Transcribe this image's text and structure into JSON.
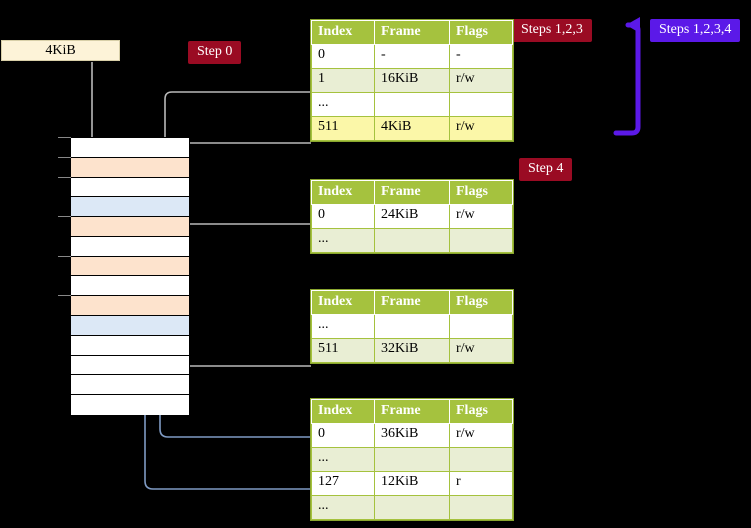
{
  "diagram": {
    "title_badges": [
      {
        "name": "step-0",
        "label": "Step 0",
        "color": "#9a0b23"
      },
      {
        "name": "steps-1-2-3",
        "label": "Steps 1,2,3",
        "color": "#9a0b23"
      },
      {
        "name": "steps-1-2-3-4",
        "label": "Steps 1,2,3,4",
        "color": "#5b19e8"
      },
      {
        "name": "step-4",
        "label": "Step 4",
        "color": "#9a0b23"
      }
    ],
    "frame_box": {
      "label": "4KiB",
      "fill": "#fdf3d8"
    },
    "memory_column": {
      "fill_white": "#ffffff",
      "fill_peach": "#fde3cd",
      "fill_blue": "#dce8f6",
      "rows": [
        {
          "fill": "white"
        },
        {
          "fill": "peach"
        },
        {
          "fill": "white"
        },
        {
          "fill": "blue"
        },
        {
          "fill": "peach"
        },
        {
          "fill": "white"
        },
        {
          "fill": "peach"
        },
        {
          "fill": "white"
        },
        {
          "fill": "peach"
        },
        {
          "fill": "blue"
        },
        {
          "fill": "white"
        },
        {
          "fill": "white"
        },
        {
          "fill": "white"
        },
        {
          "fill": "white"
        }
      ]
    },
    "columns": [
      "Index",
      "Frame",
      "Flags"
    ],
    "tables": [
      {
        "name": "page-table-level-4",
        "rows": [
          {
            "index": "0",
            "frame": "-",
            "flags": "-",
            "tint": false,
            "highlight": false
          },
          {
            "index": "1",
            "frame": "16KiB",
            "flags": "r/w",
            "tint": true,
            "highlight": false
          },
          {
            "index": "...",
            "frame": "",
            "flags": "",
            "tint": false,
            "highlight": false
          },
          {
            "index": "511",
            "frame": "4KiB",
            "flags": "r/w",
            "tint": true,
            "highlight": true
          }
        ]
      },
      {
        "name": "page-table-level-3",
        "rows": [
          {
            "index": "0",
            "frame": "24KiB",
            "flags": "r/w",
            "tint": false,
            "highlight": false
          },
          {
            "index": "...",
            "frame": "",
            "flags": "",
            "tint": true,
            "highlight": false
          }
        ]
      },
      {
        "name": "page-table-level-2",
        "rows": [
          {
            "index": "...",
            "frame": "",
            "flags": "",
            "tint": false,
            "highlight": false
          },
          {
            "index": "511",
            "frame": "32KiB",
            "flags": "r/w",
            "tint": true,
            "highlight": false
          }
        ]
      },
      {
        "name": "page-table-level-1",
        "rows": [
          {
            "index": "0",
            "frame": "36KiB",
            "flags": "r/w",
            "tint": false,
            "highlight": false
          },
          {
            "index": "...",
            "frame": "",
            "flags": "",
            "tint": true,
            "highlight": false
          },
          {
            "index": "127",
            "frame": "12KiB",
            "flags": "r",
            "tint": false,
            "highlight": false
          },
          {
            "index": "...",
            "frame": "",
            "flags": "",
            "tint": true,
            "highlight": false
          }
        ]
      }
    ],
    "wire_colors": {
      "gray": "#b9b9b9",
      "blue_gray": "#7f9bc4",
      "arrow_blue": "#5b19e8"
    }
  }
}
